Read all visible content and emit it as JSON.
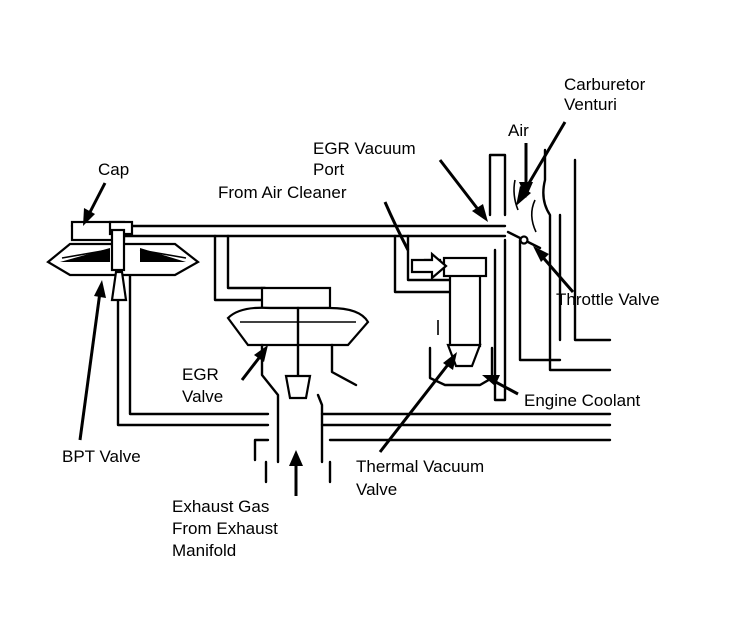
{
  "labels": {
    "carburetor_venturi": [
      "Carburetor",
      "Venturi"
    ],
    "air": "Air",
    "egr_vacuum_port": [
      "EGR Vacuum",
      "Port"
    ],
    "cap": "Cap",
    "from_air_cleaner": "From Air Cleaner",
    "throttle_valve": "Throttle Valve",
    "egr_valve": [
      "EGR",
      "Valve"
    ],
    "engine_coolant": "Engine Coolant",
    "bpt_valve": "BPT Valve",
    "thermal_vacuum_valve": [
      "Thermal Vacuum",
      "Valve"
    ],
    "exhaust_gas": [
      "Exhaust Gas",
      "From Exhaust",
      "Manifold"
    ]
  },
  "colors": {
    "ink": "#000000",
    "paper": "#ffffff"
  }
}
